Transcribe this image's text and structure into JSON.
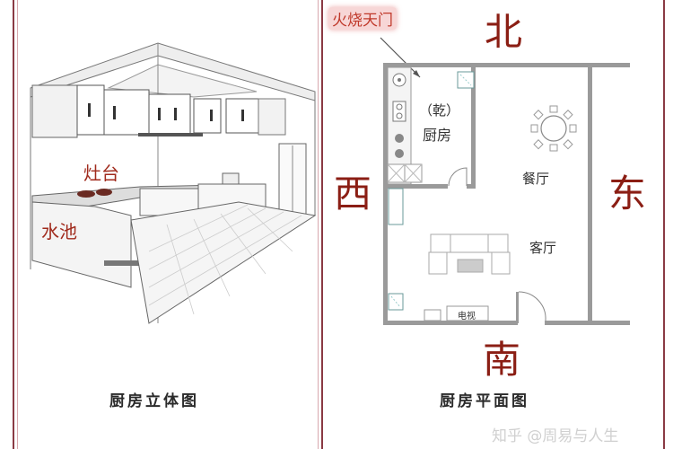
{
  "left_panel": {
    "caption": "厨房立体图",
    "labels": {
      "stove": "灶台",
      "sink": "水池"
    }
  },
  "right_panel": {
    "caption": "厨房平面图",
    "annotation": "火烧天门",
    "directions": {
      "north": "北",
      "south": "南",
      "west": "西",
      "east": "东"
    },
    "rooms": {
      "kitchen_trigram": "（乾）",
      "kitchen": "厨房",
      "dining": "餐厅",
      "living": "客厅",
      "tv": "电视"
    }
  },
  "watermark": "知乎 @周易与人生",
  "colors": {
    "border": "#8a3a44",
    "direction_text": "#8b1e14",
    "label_red": "#a02a1c",
    "wall": "#9a9a9a"
  }
}
